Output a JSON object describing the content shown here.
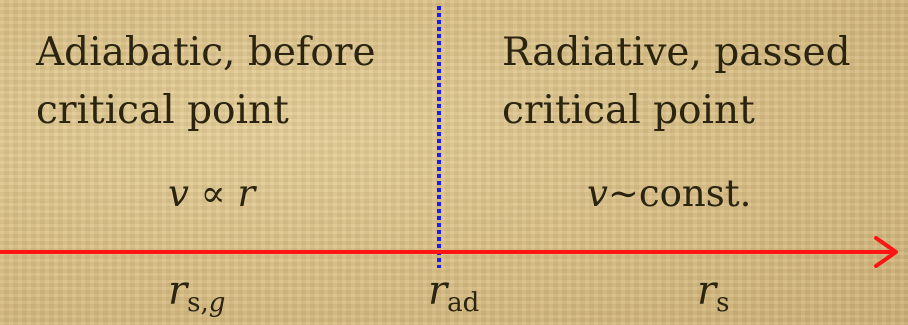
{
  "left_region": {
    "line1": "Adiabatic, before",
    "line2": "critical point",
    "relation_var": "v",
    "relation_op": " ∝ ",
    "relation_rhs": "r"
  },
  "right_region": {
    "line1": "Radiative, passed",
    "line2": "critical point",
    "relation_var": "v",
    "relation_op": "∼",
    "relation_rhs": "const."
  },
  "axis_labels": {
    "rsg_main": "r",
    "rsg_sub": "s,",
    "rsg_sub_italic": "g",
    "rad_main": "r",
    "rad_sub": "ad",
    "rs_main": "r",
    "rs_sub": "s"
  },
  "colors": {
    "axis_arrow": "#ff1414",
    "divider": "#1a1aff",
    "text": "#2a2410"
  },
  "icons": {
    "arrowhead": "arrow-right-icon"
  }
}
